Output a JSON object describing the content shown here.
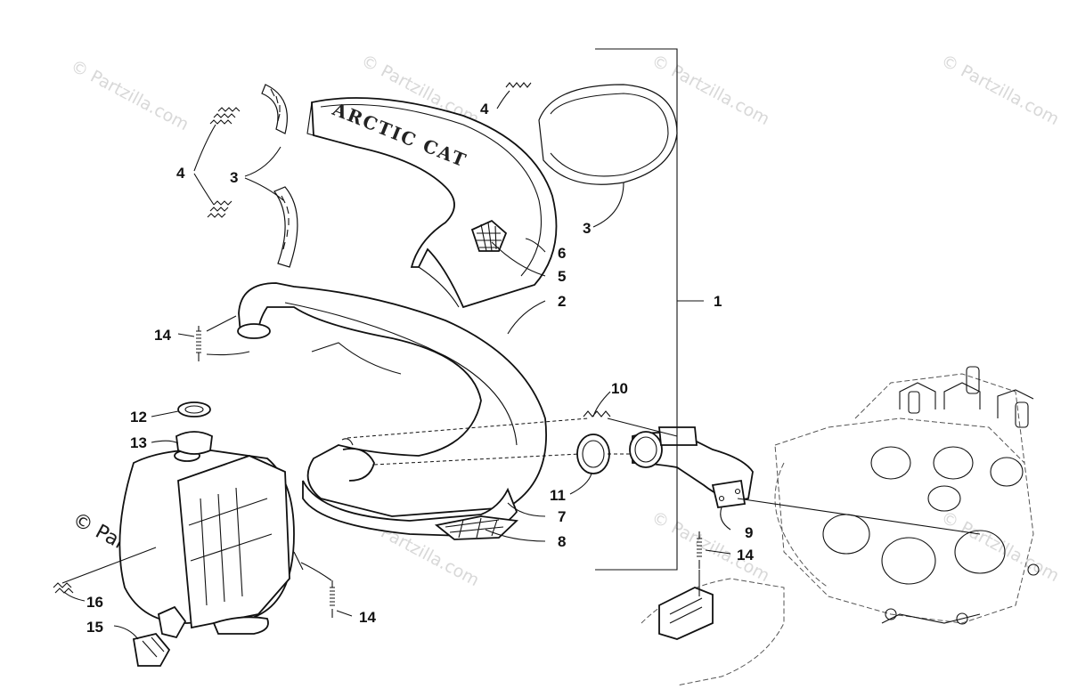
{
  "diagram": {
    "watermark": "© Partzilla.com",
    "logo_text": "ARCTIC CAT",
    "callouts": [
      {
        "id": "c1",
        "label": "1"
      },
      {
        "id": "c2",
        "label": "2"
      },
      {
        "id": "c3a",
        "label": "3"
      },
      {
        "id": "c3b",
        "label": "3"
      },
      {
        "id": "c4a",
        "label": "4"
      },
      {
        "id": "c4b",
        "label": "4"
      },
      {
        "id": "c5",
        "label": "5"
      },
      {
        "id": "c6",
        "label": "6"
      },
      {
        "id": "c7",
        "label": "7"
      },
      {
        "id": "c8",
        "label": "8"
      },
      {
        "id": "c9",
        "label": "9"
      },
      {
        "id": "c10",
        "label": "10"
      },
      {
        "id": "c11",
        "label": "11"
      },
      {
        "id": "c12",
        "label": "12"
      },
      {
        "id": "c13",
        "label": "13"
      },
      {
        "id": "c14a",
        "label": "14"
      },
      {
        "id": "c14b",
        "label": "14"
      },
      {
        "id": "c14c",
        "label": "14"
      },
      {
        "id": "c15",
        "label": "15"
      },
      {
        "id": "c16",
        "label": "16"
      }
    ]
  }
}
